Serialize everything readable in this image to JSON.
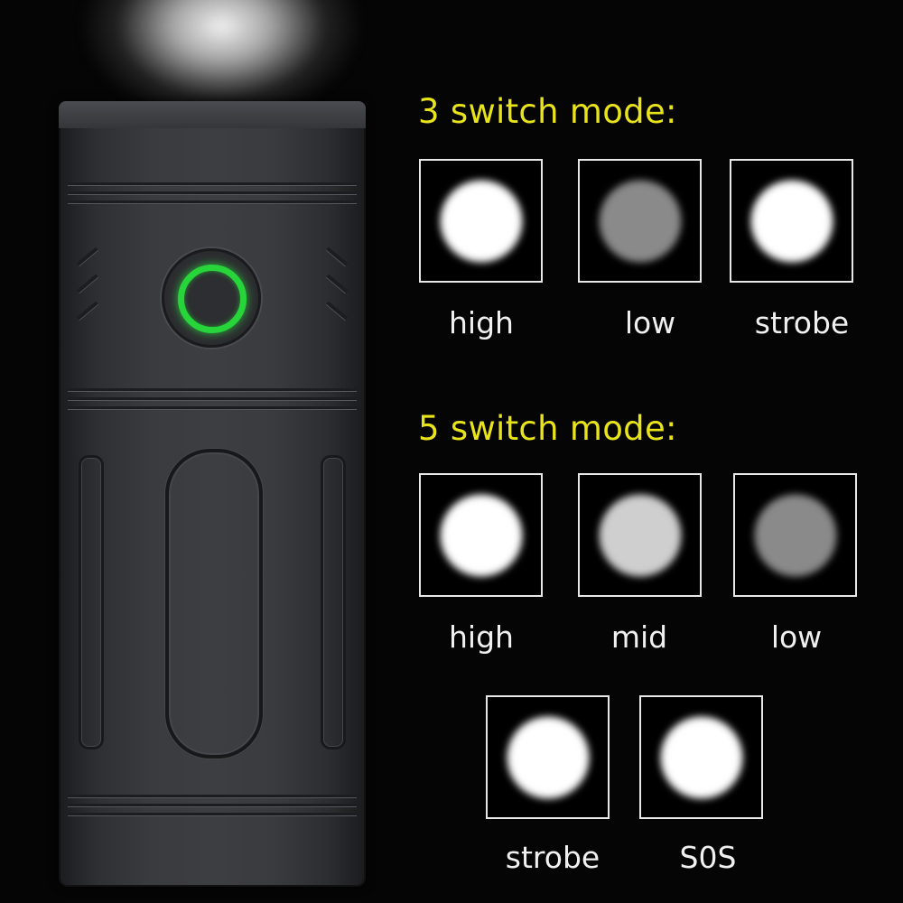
{
  "groups": [
    {
      "title": "3 switch mode:",
      "modes": [
        {
          "label": "high",
          "brightness": "#ffffff"
        },
        {
          "label": "low",
          "brightness": "#8a8a8a"
        },
        {
          "label": "strobe",
          "brightness": "#ffffff"
        }
      ]
    },
    {
      "title": "5 switch mode:",
      "modes": [
        {
          "label": "high",
          "brightness": "#ffffff"
        },
        {
          "label": "mid",
          "brightness": "#cfcfcf"
        },
        {
          "label": "low",
          "brightness": "#8a8a8a"
        },
        {
          "label": "strobe",
          "brightness": "#ffffff"
        },
        {
          "label": "S0S",
          "brightness": "#ffffff"
        }
      ]
    }
  ],
  "colors": {
    "title": "#e8e31a",
    "indicator": "#27d43a",
    "box_border": "#e8e8e8"
  },
  "icons": {
    "power": "power-button-icon"
  }
}
